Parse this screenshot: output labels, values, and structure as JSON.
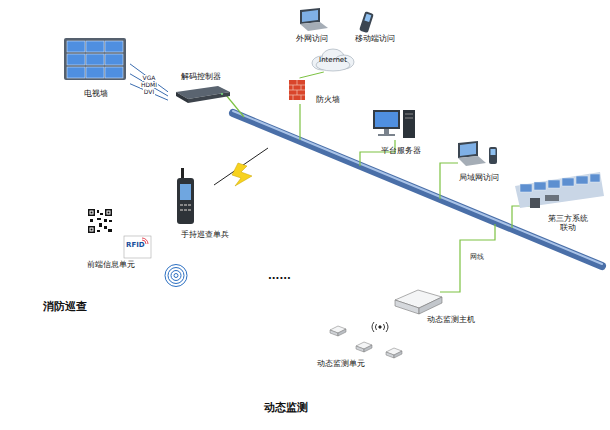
{
  "diagram": {
    "nodes": [
      {
        "text": [
          "电视墙"
        ]
      },
      {
        "text": [
          "解码控制器"
        ]
      },
      {
        "text": [
          "Internet"
        ]
      },
      {
        "text": [
          "外网访问"
        ]
      },
      {
        "text": [
          "移动端访问"
        ]
      },
      {
        "text": [
          "防火墙"
        ]
      },
      {
        "text": [
          "平台服务器"
        ]
      },
      {
        "text": [
          "局域网访问"
        ]
      },
      {
        "text": [
          "第三方系统 联动"
        ]
      },
      {
        "text": [
          "消防巡查"
        ]
      },
      {
        "text": [
          "手持巡查单兵"
        ],
        "in": 9
      },
      {
        "text": [
          "前端信息单元"
        ],
        "in": 9
      },
      {
        "text": [
          "动态监测"
        ]
      },
      {
        "text": [
          "动态监测主机"
        ],
        "in": 12
      },
      {
        "text": [
          "动态监测单元"
        ],
        "in": 12
      }
    ],
    "edges": [
      {
        "from": 0,
        "to": 1,
        "label": "VGA",
        "arrow": "none"
      },
      {
        "from": 0,
        "to": 1,
        "label": "HDMI",
        "arrow": "none"
      },
      {
        "from": 0,
        "to": 1,
        "label": "DVI",
        "arrow": "none"
      },
      {
        "from": 5,
        "to": 2,
        "arrow": "none"
      }
    ],
    "labels": [
      "RFID",
      "......",
      "网线"
    ]
  }
}
